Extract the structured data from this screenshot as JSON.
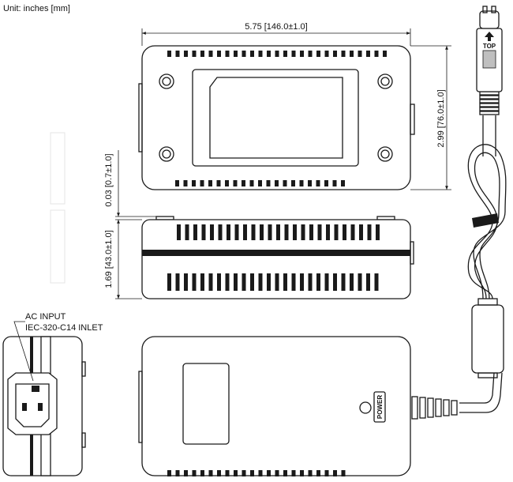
{
  "unit_label": "Unit: inches [mm]",
  "dimensions": {
    "width": "5.75 [146.0±1.0]",
    "depth": "2.99 [76.0±1.0]",
    "foot": "0.03 [0.7±1.0]",
    "height": "1.69 [43.0±1.0]"
  },
  "callout": {
    "line1": "AC INPUT",
    "line2": "IEC-320-C14 INLET"
  },
  "connector_top_label": "TOP",
  "power_label": "POWER"
}
